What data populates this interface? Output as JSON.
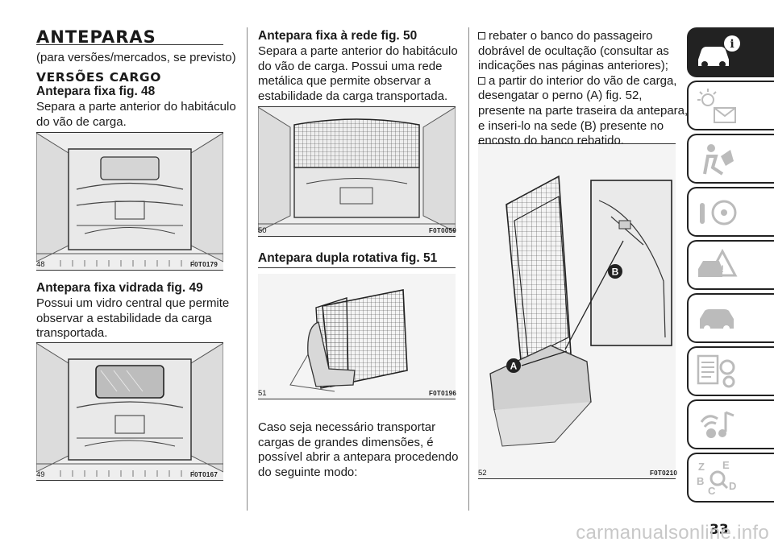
{
  "col1": {
    "title": "ANTEPARAS",
    "subtitle": "(para versões/mercados, se previsto)",
    "section": "VERSÕES CARGO",
    "h_fig48": "Antepara fixa fig. 48",
    "p_fig48": [
      "Separa a parte anterior do habitáculo",
      "do vão de carga."
    ],
    "fig48": {
      "num": "48",
      "code": "F0T0179"
    },
    "h_fig49": "Antepara fixa vidrada fig. 49",
    "p_fig49": [
      "Possui um vidro central que permite",
      "observar a estabilidade da carga",
      "transportada."
    ],
    "fig49": {
      "num": "49",
      "code": "F0T0167"
    }
  },
  "col2": {
    "h_fig50": "Antepara fixa à rede fig. 50",
    "p_fig50": [
      "Separa a parte anterior do habitáculo",
      "do vão de carga. Possui uma rede",
      "metálica que permite observar a",
      "estabilidade da carga transportada."
    ],
    "fig50": {
      "num": "50",
      "code": "F0T0059"
    },
    "h_fig51": "Antepara dupla rotativa fig. 51",
    "fig51": {
      "num": "51",
      "code": "F0T0196"
    },
    "p_after": [
      "Caso seja necessário transportar",
      "cargas de grandes dimensões, é",
      "possível abrir a antepara procedendo",
      "do seguinte modo:"
    ]
  },
  "col3": {
    "b1": [
      "rebater o banco do passageiro",
      "dobrável de ocultação (consultar as",
      "indicações nas páginas anteriores);"
    ],
    "b2": [
      "a partir do interior do vão de carga,",
      "desengatar o perno (A) fig. 52,",
      "presente na parte traseira da antepara,",
      "e inseri-lo na sede (B) presente no",
      "encosto do banco rebatido."
    ],
    "fig52": {
      "num": "52",
      "code": "F0T0210",
      "label_a": "A",
      "label_b": "B"
    }
  },
  "sidebar": {
    "items": [
      "car-info-icon",
      "warning-lights-icon",
      "safety-icon",
      "starting-driving-icon",
      "emergency-icon",
      "maintenance-icon",
      "technical-data-icon",
      "multimedia-icon",
      "index-icon"
    ]
  },
  "page_number": "33",
  "watermark": "carmanualsonline.info"
}
